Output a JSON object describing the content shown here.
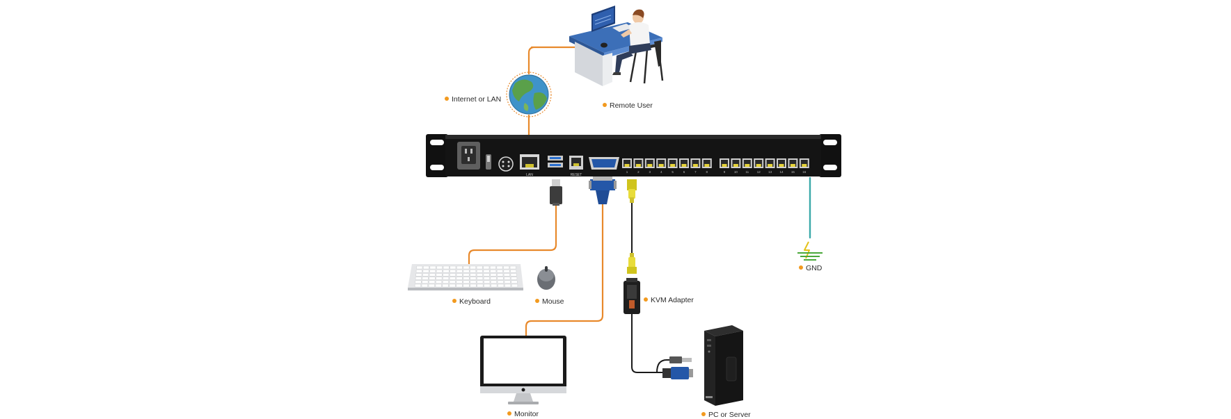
{
  "labels": {
    "internet": "Internet or LAN",
    "remote_user": "Remote User",
    "gnd": "GND",
    "keyboard": "Keyboard",
    "mouse": "Mouse",
    "kvm_adapter": "KVM Adapter",
    "monitor": "Monitor",
    "pc_server": "PC or Server"
  },
  "device": {
    "port_lan": "LAN",
    "port_reset": "RESET",
    "kvm_port_numbers": [
      "1",
      "2",
      "3",
      "4",
      "5",
      "6",
      "7",
      "8",
      "9",
      "10",
      "11",
      "12",
      "13",
      "14",
      "15",
      "16"
    ]
  },
  "colors": {
    "orange_cable": "#e8892b",
    "black_cable": "#1a1a1a",
    "ground_cable": "#3aa9a9",
    "label_dot": "#f29a1f",
    "rack_body": "#141414",
    "rj45_yellow": "#e6d43a",
    "vga_blue": "#2457a8"
  }
}
